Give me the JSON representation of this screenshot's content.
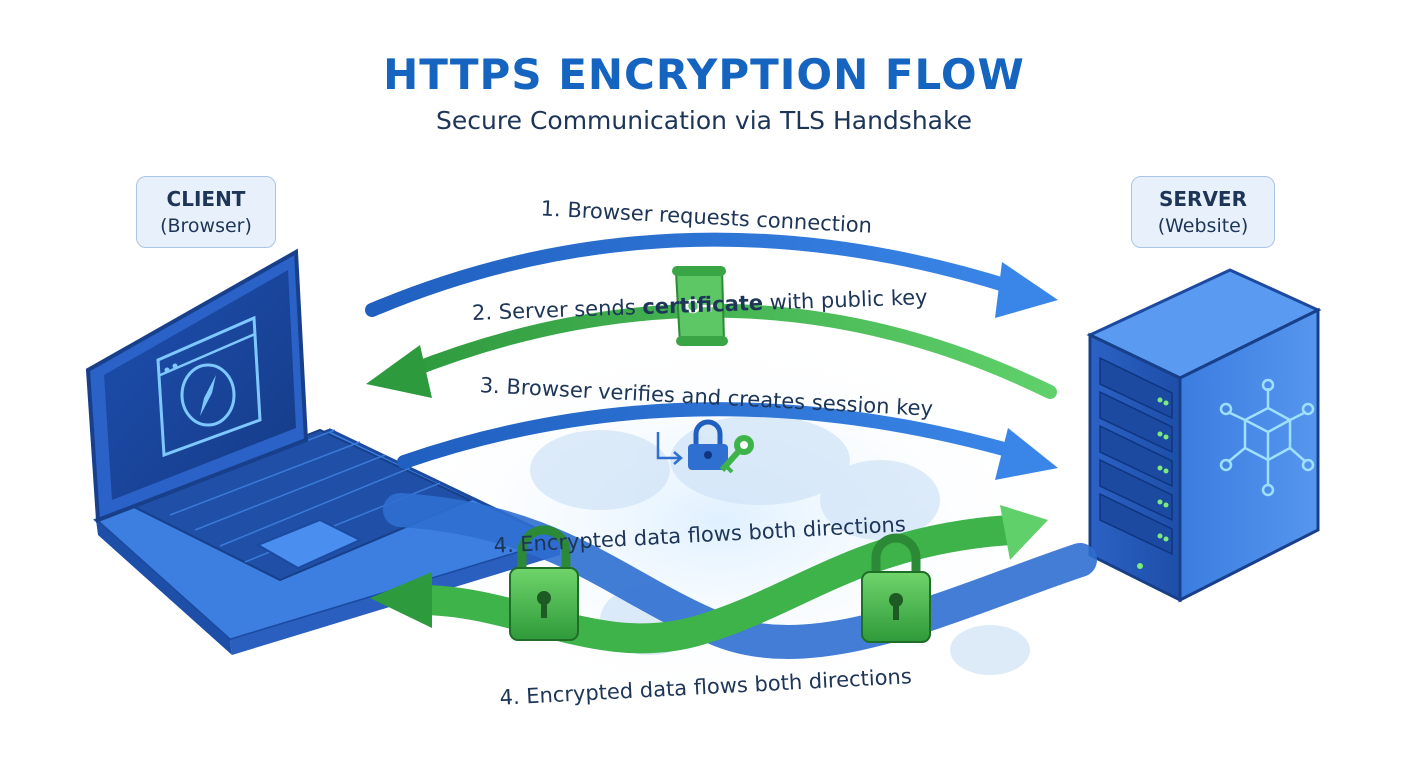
{
  "title": "HTTPS ENCRYPTION FLOW",
  "subtitle": "Secure Communication via TLS Handshake",
  "client": {
    "name": "CLIENT",
    "sub": "(Browser)"
  },
  "server": {
    "name": "SERVER",
    "sub": "(Website)"
  },
  "steps": {
    "step1": "1. Browser requests connection",
    "step2_prefix": "2. Server sends ",
    "step2_bold": "certificate",
    "step2_suffix": " with public key",
    "step3": "3. Browser verifies and creates session key",
    "step4_top": "4. Encrypted data flows both directions",
    "step4_bottom": "4. Encrypted data flows both directions"
  },
  "colors": {
    "blue": "#2f6fd0",
    "green": "#3db34a",
    "title": "#1565c0",
    "text": "#1d3557"
  },
  "icons": [
    "browser-compass-icon",
    "certificate-scroll-icon",
    "key-icon",
    "padlock-icon",
    "network-cube-icon",
    "world-map"
  ]
}
